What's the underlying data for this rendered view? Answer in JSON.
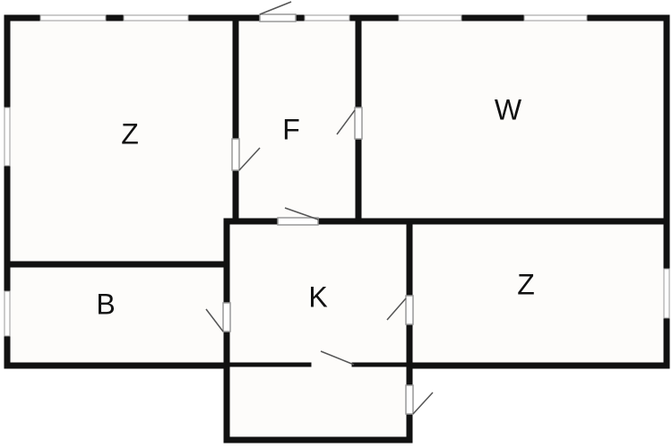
{
  "rooms": [
    {
      "label": "Z"
    },
    {
      "label": "F"
    },
    {
      "label": "W"
    },
    {
      "label": "B"
    },
    {
      "label": "K"
    },
    {
      "label": "Z"
    }
  ],
  "colors": {
    "wall": "#111111",
    "floor": "#fdfcfa",
    "window": "#ffffff"
  }
}
